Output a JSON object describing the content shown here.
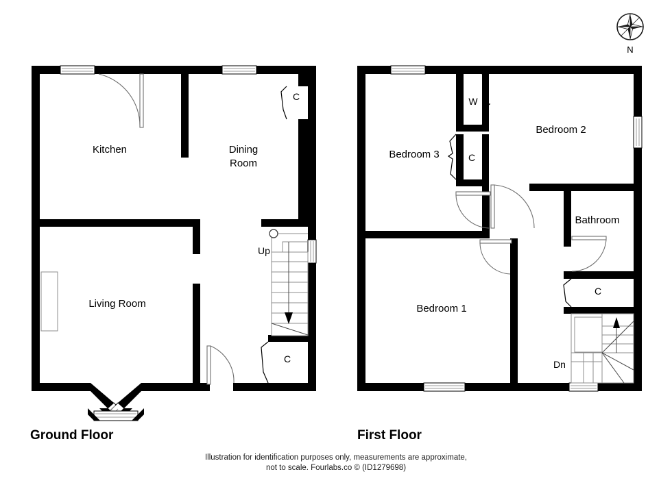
{
  "document": {
    "type": "floor-plan",
    "footer_line1": "Illustration for identification purposes only, measurements are approximate,",
    "footer_line2": "not to scale. Fourlabs.co © (ID1279698)"
  },
  "compass": {
    "icon": "compass-rose-icon",
    "north_label": "N"
  },
  "floors": [
    {
      "id": "ground",
      "title": "Ground Floor",
      "rooms": [
        {
          "name": "Kitchen",
          "label": "Kitchen"
        },
        {
          "name": "Dining Room",
          "label_line1": "Dining",
          "label_line2": "Room"
        },
        {
          "name": "Living Room",
          "label": "Living Room"
        }
      ],
      "annotations": [
        {
          "name": "cupboard-dining",
          "label": "C"
        },
        {
          "name": "cupboard-hall",
          "label": "C"
        },
        {
          "name": "stairs-up",
          "label": "Up"
        }
      ]
    },
    {
      "id": "first",
      "title": "First Floor",
      "rooms": [
        {
          "name": "Bedroom 1",
          "label": "Bedroom 1"
        },
        {
          "name": "Bedroom 2",
          "label": "Bedroom 2"
        },
        {
          "name": "Bedroom 3",
          "label": "Bedroom 3"
        },
        {
          "name": "Bathroom",
          "label": "Bathroom"
        }
      ],
      "annotations": [
        {
          "name": "wardrobe",
          "label": "W"
        },
        {
          "name": "cupboard-landing",
          "label": "C"
        },
        {
          "name": "cupboard-stairs",
          "label": "C"
        },
        {
          "name": "stairs-down",
          "label": "Dn"
        }
      ]
    }
  ],
  "colors": {
    "wall": "#000000",
    "background": "#ffffff",
    "door_stroke": "#6e6e6e",
    "stair_stroke": "#8d8d8d"
  }
}
